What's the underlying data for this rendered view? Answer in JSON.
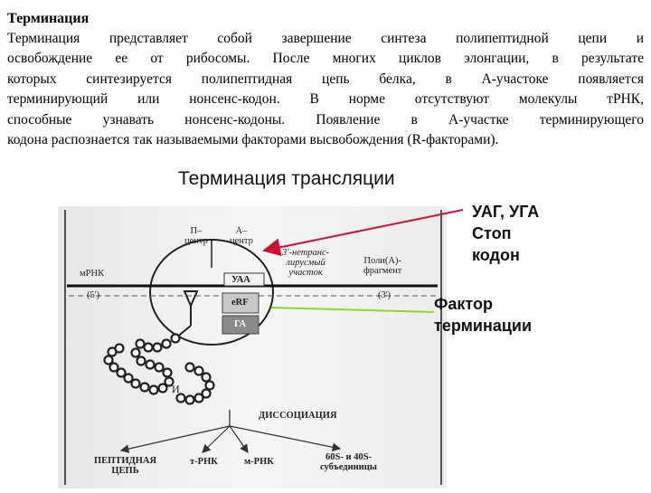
{
  "heading": "Терминация",
  "paragraph_lines": [
    "Терминация представляет собой завершение синтеза полипептидной цепи и",
    "освобождение ее от рибосомы. После многих циклов элонгации, в результате",
    "которых синтезируется полипептидная цепь белка, в А-участоке появляется",
    "терминирующий или нонсенс-кодон. В норме отсутствуют молекулы тРНК,",
    "способные узнавать нонсенс-кодоны. Появление в А-участке терминирующего",
    "кодона распознается так называемыми факторами высвобождения (R-факторами)."
  ],
  "figure": {
    "title": "Терминация трансляции",
    "labels": {
      "p_site_1": "П–",
      "p_site_2": "центр",
      "a_site_1": "А–",
      "a_site_2": "центр",
      "utr_1": "3'-нетранс-",
      "utr_2": "лирусмый",
      "utr_3": "участок",
      "polya_1": "Поли(А)-",
      "polya_2": "фрагмент",
      "mrna": "мРНК",
      "five_prime": "(5')",
      "three_prime": "(3')",
      "codon": "УАА",
      "erf": "eRF",
      "ga": "ГА",
      "i_letter": "И",
      "dissociation": "ДИССОЦИАЦИЯ",
      "product_peptide_1": "ПЕПТИДНАЯ",
      "product_peptide_2": "ЦЕПЬ",
      "product_trna": "т-РНК",
      "product_mrna": "м-РНК",
      "product_subunits_1": "60S- и 40S-",
      "product_subunits_2": "субъединицы"
    },
    "annotations": {
      "stop_line1": "УАГ, УГА",
      "stop_line2": "Стоп",
      "stop_line3": "кодон",
      "factor_line1": "Фактор",
      "factor_line2": "терминации"
    },
    "colors": {
      "stop_arrow": "#cc1133",
      "factor_line": "#88dd22",
      "erf_box": "#c8c8c8",
      "ga_box": "#8a8a8a"
    }
  }
}
